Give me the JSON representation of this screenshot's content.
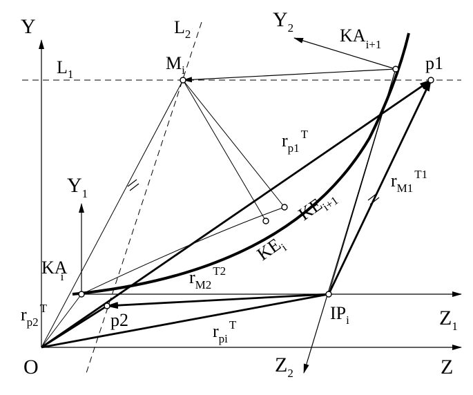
{
  "labels": {
    "Y": "Y",
    "Z": "Z",
    "O": "O",
    "Y1": {
      "main": "Y",
      "sub": "1"
    },
    "Z1": {
      "main": "Z",
      "sub": "1"
    },
    "Y2": {
      "main": "Y",
      "sub": "2"
    },
    "Z2": {
      "main": "Z",
      "sub": "2"
    },
    "L1": {
      "main": "L",
      "sub": "1"
    },
    "L2": {
      "main": "L",
      "sub": "2"
    },
    "Mi": {
      "main": "M",
      "sub": "i"
    },
    "p1": "p1",
    "p2": "p2",
    "IPi": {
      "main": "IP",
      "sub": "i"
    },
    "KAi": {
      "main": "KA",
      "sub": "i"
    },
    "KAi1": {
      "main": "KA",
      "sub": "i+1"
    },
    "KEi": {
      "main": "KE",
      "sub": "i"
    },
    "KEi1": {
      "main": "KE",
      "sub": "i+1"
    },
    "rp1T": {
      "main": "r",
      "sub": "p1",
      "sup": "T"
    },
    "rM1T1": {
      "main": "r",
      "sub": "M1",
      "sup": "T1"
    },
    "rM2T2": {
      "main": "r",
      "sub": "M2",
      "sup": "T2"
    },
    "rp2T": {
      "main": "r",
      "sub": "p2",
      "sup": "T"
    },
    "rpiT": {
      "main": "r",
      "sub": "pi",
      "sup": "T"
    }
  }
}
